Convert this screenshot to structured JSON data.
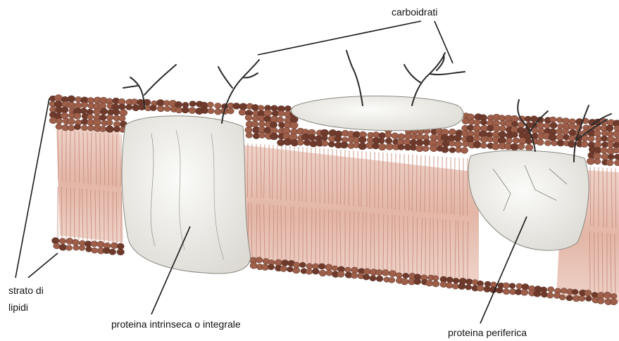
{
  "labels": {
    "carbohydrates": "carboidrati",
    "lipid_layer_line1": "strato di",
    "lipid_layer_line2": "lipidi",
    "integral_protein": "proteina intrinseca o integrale",
    "peripheral_protein": "proteina periferica"
  },
  "colors": {
    "lipid_head": "#9e5f4a",
    "lipid_head_dark": "#6e3a2c",
    "lipid_tail": "#e7c2b6",
    "protein": "#f4f3ef",
    "carbohydrate": "#2b2b2b",
    "leader_line": "#1a1a1a"
  }
}
